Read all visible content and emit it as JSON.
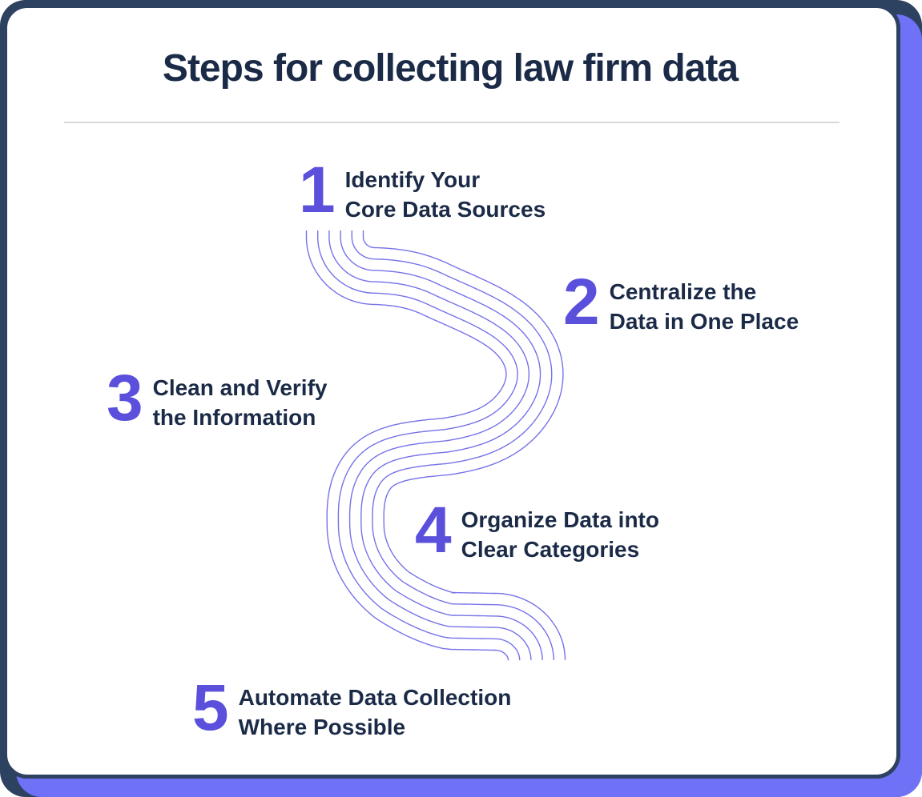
{
  "title": "Steps for collecting law firm data",
  "steps": [
    {
      "number": "1",
      "line1": "Identify Your",
      "line2": "Core Data Sources"
    },
    {
      "number": "2",
      "line1": "Centralize the",
      "line2": "Data in One Place"
    },
    {
      "number": "3",
      "line1": "Clean and Verify",
      "line2": "the Information"
    },
    {
      "number": "4",
      "line1": "Organize Data into",
      "line2": "Clear Categories"
    },
    {
      "number": "5",
      "line1": "Automate Data Collection",
      "line2": "Where Possible"
    }
  ],
  "colors": {
    "frame-navy": "#2D4160",
    "backdrop-purple": "#6F72F7",
    "card-bg": "#FFFFFF",
    "text-navy": "#1B2B47",
    "number-purple": "#5A50DC",
    "curve-purple": "#7673E9",
    "divider-gray": "#D8D8D8"
  }
}
